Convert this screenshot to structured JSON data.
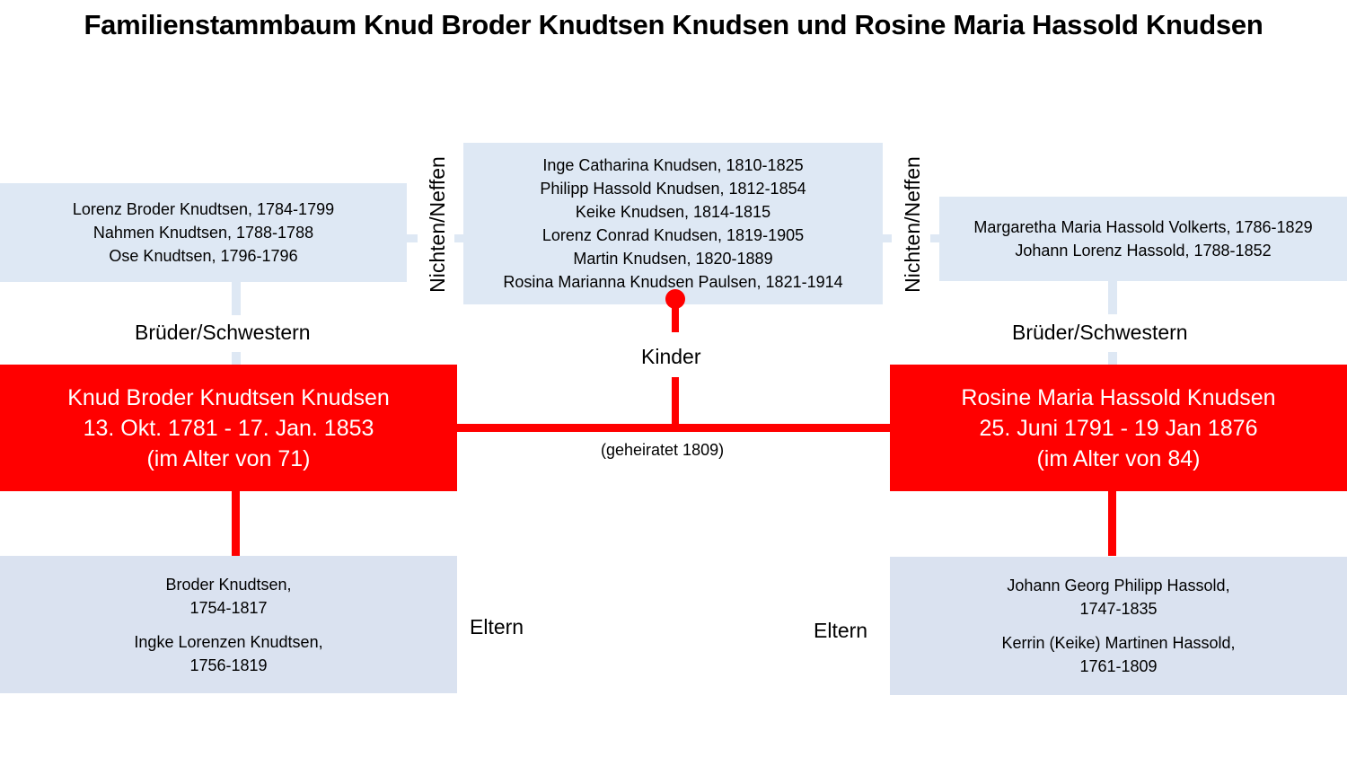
{
  "title": "Familienstammbaum Knud Broder Knudtsen Knudsen und Rosine Maria Hassold Knudsen",
  "labels": {
    "nieces_nephews": "Nichten/Neffen",
    "siblings": "Brüder/Schwestern",
    "children": "Kinder",
    "married": "(geheiratet 1809)",
    "parents": "Eltern"
  },
  "colors": {
    "red": "#ff0000",
    "light_blue": "#dee8f4",
    "grey_blue": "#dae2f0"
  },
  "left_siblings": [
    "Lorenz Broder Knudtsen, 1784-1799",
    "Nahmen Knudtsen, 1788-1788",
    "Ose Knudtsen, 1796-1796"
  ],
  "children": [
    "Inge Catharina Knudsen, 1810-1825",
    "Philipp Hassold Knudsen, 1812-1854",
    "Keike Knudsen, 1814-1815",
    "Lorenz Conrad Knudsen, 1819-1905",
    "Martin Knudsen, 1820-1889",
    "Rosina Marianna Knudsen Paulsen, 1821-1914"
  ],
  "right_siblings": [
    "Margaretha Maria Hassold Volkerts, 1786-1829",
    "Johann Lorenz Hassold, 1788-1852"
  ],
  "husband": {
    "name": "Knud Broder Knudtsen Knudsen",
    "dates": "13. Okt. 1781 - 17. Jan. 1853",
    "age": "(im Alter von 71)"
  },
  "wife": {
    "name": "Rosine Maria Hassold Knudsen",
    "dates": "25. Juni 1791 - 19 Jan 1876",
    "age": "(im Alter von 84)"
  },
  "husband_parents": [
    {
      "name": "Broder Knudtsen,",
      "years": "1754-1817"
    },
    {
      "name": "Ingke Lorenzen Knudtsen,",
      "years": "1756-1819"
    }
  ],
  "wife_parents": [
    {
      "name": "Johann Georg Philipp Hassold,",
      "years": "1747-1835"
    },
    {
      "name": "Kerrin (Keike) Martinen Hassold,",
      "years": "1761-1809"
    }
  ]
}
